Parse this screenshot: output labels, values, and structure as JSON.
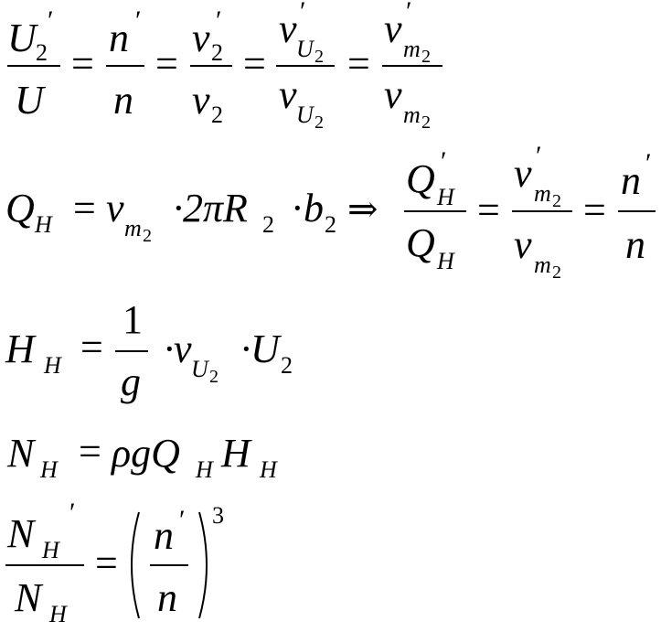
{
  "equations": {
    "eq1": {
      "U": "U",
      "two": "2",
      "prime": "′",
      "n": "n",
      "v": "v",
      "m": "m",
      "eq": "="
    },
    "eq2": {
      "Q": "Q",
      "H": "H",
      "v": "v",
      "m": "m",
      "two": "2",
      "dot": "·",
      "twopiR": "2πR",
      "b": "b",
      "implies": "⇒",
      "n": "n",
      "prime": "′",
      "eq": "="
    },
    "eq3": {
      "H": "H",
      "one": "1",
      "g": "g",
      "dot": "·",
      "v": "v",
      "U": "U",
      "two": "2",
      "eq": "="
    },
    "eq4": {
      "N": "N",
      "H": "H",
      "rhogQ": "ρgQ",
      "eq": "="
    },
    "eq5": {
      "N": "N",
      "H": "H",
      "n": "n",
      "prime": "′",
      "three": "3",
      "eq": "="
    }
  }
}
